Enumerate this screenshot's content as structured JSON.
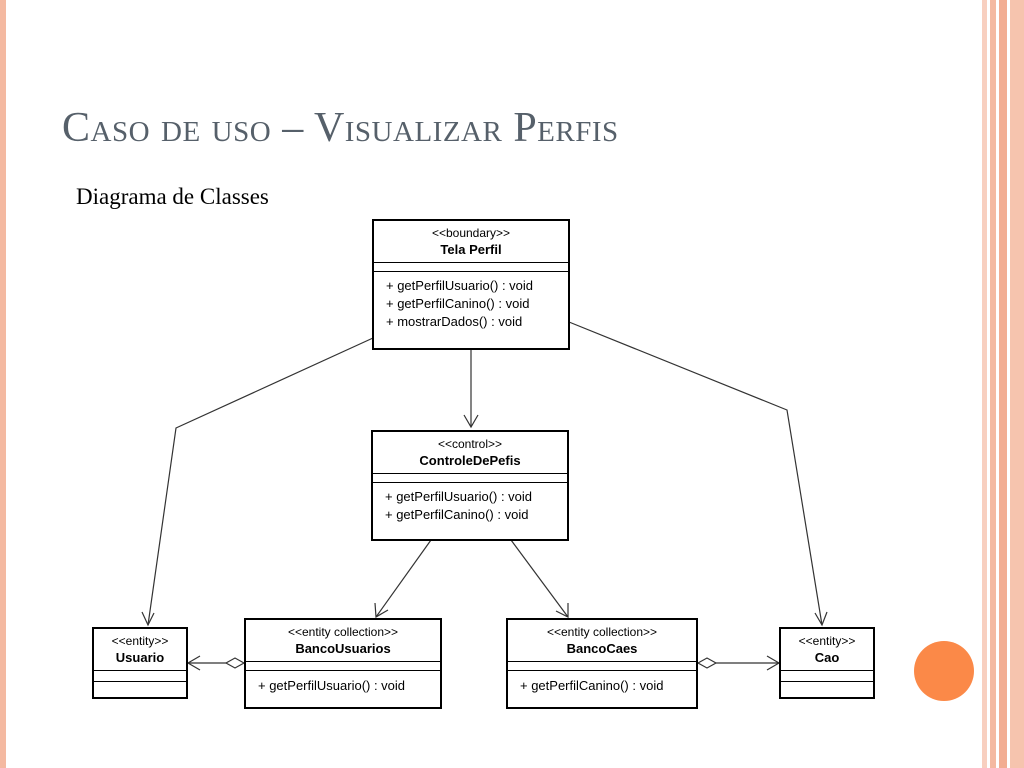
{
  "slide": {
    "title": "Caso de uso – Visualizar Perfis",
    "subtitle": "Diagrama de Classes"
  },
  "classes": {
    "tela_perfil": {
      "stereotype": "<<boundary>>",
      "name": "Tela Perfil",
      "operations": [
        "+ getPerfilUsuario() : void",
        "+ getPerfilCanino() : void",
        "+ mostrarDados() : void"
      ]
    },
    "controle": {
      "stereotype": "<<control>>",
      "name": "ControleDePefis",
      "operations": [
        "+ getPerfilUsuario() : void",
        "+ getPerfilCanino() : void"
      ]
    },
    "usuario": {
      "stereotype": "<<entity>>",
      "name": "Usuario"
    },
    "banco_usuarios": {
      "stereotype": "<<entity collection>>",
      "name": "BancoUsuarios",
      "operations": [
        "+ getPerfilUsuario() : void"
      ]
    },
    "banco_caes": {
      "stereotype": "<<entity collection>>",
      "name": "BancoCaes",
      "operations": [
        "+ getPerfilCanino() : void"
      ]
    },
    "cao": {
      "stereotype": "<<entity>>",
      "name": "Cao"
    }
  },
  "theme": {
    "accent": "#fb8948",
    "border": "#f4b9a1",
    "title_color": "#56606a"
  }
}
